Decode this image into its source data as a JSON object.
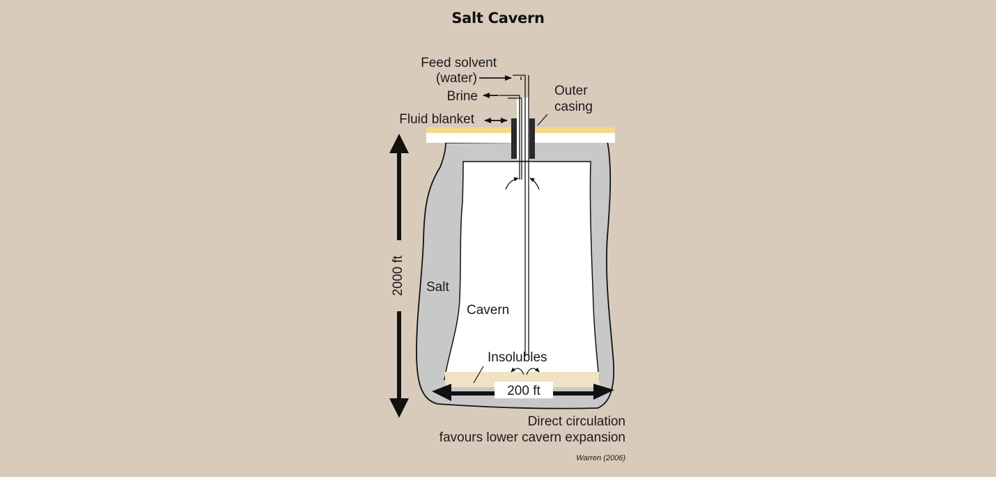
{
  "title": "Salt Cavern",
  "labels": {
    "feed_solvent_1": "Feed solvent",
    "feed_solvent_2": "(water)",
    "brine": "Brine",
    "outer_casing_1": "Outer",
    "outer_casing_2": "casing",
    "fluid_blanket": "Fluid blanket",
    "height": "2000 ft",
    "salt": "Salt",
    "cavern": "Cavern",
    "insolubles": "Insolubles",
    "width": "200 ft",
    "caption_1": "Direct circulation",
    "caption_2": "favours lower cavern expansion",
    "citation": "Warren (2006)"
  },
  "colors": {
    "background": "#d9cbbc",
    "salt": "#c8c8c8",
    "cavern": "#ffffff",
    "surface_band": "#f5d98a",
    "insolubles": "#f1e2c4",
    "ink": "#111111"
  }
}
